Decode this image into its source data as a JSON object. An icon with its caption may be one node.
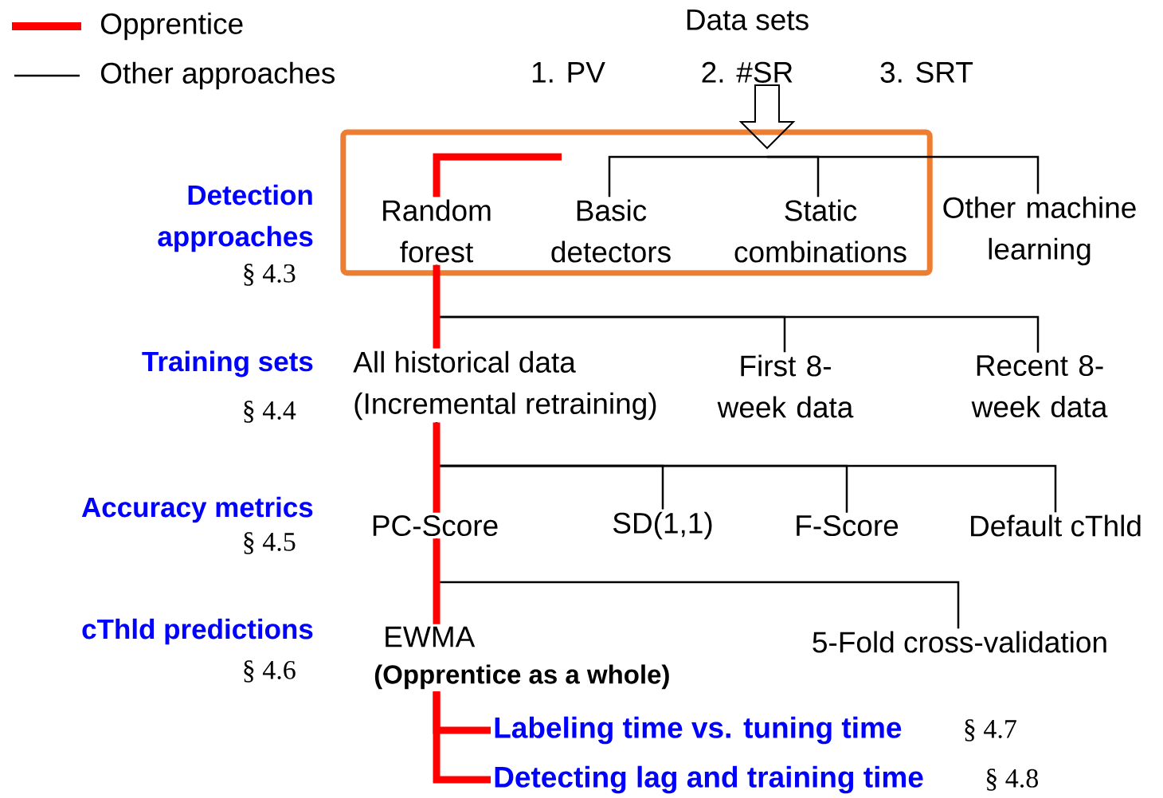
{
  "diagram": {
    "nodes": [
      {
        "text": [
          "Data sets",
          "1. PV",
          "2. #SR",
          "3. SRT"
        ]
      },
      {
        "text": [],
        "shape": "box"
      },
      {
        "text": [
          "Random forest"
        ],
        "in": 1
      },
      {
        "text": [
          "Basic detectors"
        ],
        "in": 1
      },
      {
        "text": [
          "Static combinations"
        ],
        "in": 1
      },
      {
        "text": [
          "Other machine learning"
        ]
      },
      {
        "text": [
          "All historical data",
          "(Incremental retraining)"
        ]
      },
      {
        "text": [
          "First 8-week data"
        ]
      },
      {
        "text": [
          "Recent 8-week data"
        ]
      },
      {
        "text": [
          "PC-Score"
        ]
      },
      {
        "text": [
          "SD(1,1)"
        ]
      },
      {
        "text": [
          "F-Score"
        ]
      },
      {
        "text": [
          "Default cThld"
        ]
      },
      {
        "text": [
          "EWMA",
          "(Opprentice as a whole)"
        ]
      },
      {
        "text": [
          "5-Fold cross-validation"
        ]
      },
      {
        "text": [
          "Labeling time vs. tuning time"
        ],
        "beside": [
          "§ 4.7"
        ]
      },
      {
        "text": [
          "Detecting lag and training time"
        ],
        "beside": [
          "§ 4.8"
        ]
      }
    ],
    "edges": [
      {
        "from": 0,
        "to": 1,
        "arrow": "to"
      },
      {
        "from": null,
        "to": 2,
        "arrow": "none",
        "style": "thick",
        "color": "#ff0000"
      },
      {
        "from": null,
        "to": 3,
        "arrow": "none"
      },
      {
        "from": null,
        "to": 4,
        "arrow": "none"
      },
      {
        "from": null,
        "to": 5,
        "arrow": "none"
      },
      {
        "from": 2,
        "to": 6,
        "arrow": "none",
        "style": "thick",
        "color": "#ff0000"
      },
      {
        "from": 2,
        "to": 7,
        "arrow": "none"
      },
      {
        "from": 2,
        "to": 8,
        "arrow": "none"
      },
      {
        "from": 6,
        "to": 9,
        "arrow": "none",
        "style": "thick",
        "color": "#ff0000"
      },
      {
        "from": 6,
        "to": 10,
        "arrow": "none"
      },
      {
        "from": 6,
        "to": 11,
        "arrow": "none"
      },
      {
        "from": 6,
        "to": 12,
        "arrow": "none"
      },
      {
        "from": 9,
        "to": 13,
        "arrow": "none",
        "style": "thick",
        "color": "#ff0000"
      },
      {
        "from": 9,
        "to": 14,
        "arrow": "none"
      },
      {
        "from": 13,
        "to": 15,
        "arrow": "none",
        "style": "thick",
        "color": "#ff0000"
      },
      {
        "from": 13,
        "to": 16,
        "arrow": "none",
        "style": "thick",
        "color": "#ff0000"
      }
    ],
    "labels": [
      "Detection approaches",
      "§ 4.3",
      "Training sets",
      "§ 4.4",
      "Accuracy metrics",
      "§ 4.5",
      "cThld predictions",
      "§ 4.6"
    ],
    "legend": [
      {
        "text": "Opprentice"
      },
      {
        "text": "Other approaches"
      }
    ]
  }
}
